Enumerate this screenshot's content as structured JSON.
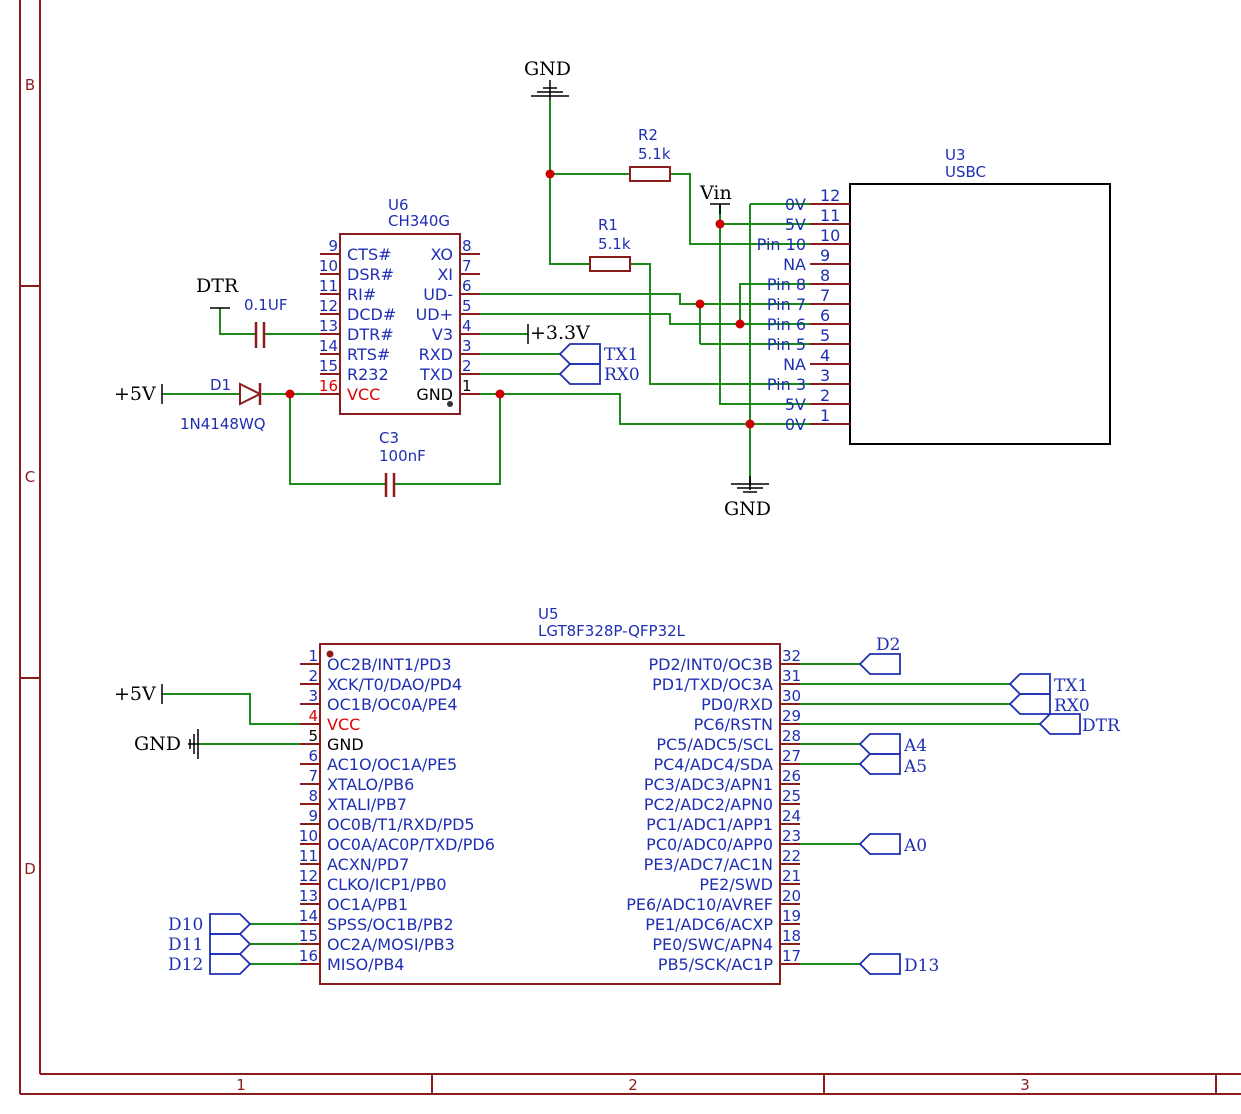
{
  "frame": {
    "row_labels": [
      "B",
      "C",
      "D"
    ],
    "col_labels": [
      "1",
      "2",
      "3"
    ]
  },
  "u6": {
    "ref": "U6",
    "value": "CH340G",
    "left_pins": [
      {
        "num": "9",
        "name": "CTS#"
      },
      {
        "num": "10",
        "name": "DSR#"
      },
      {
        "num": "11",
        "name": "RI#"
      },
      {
        "num": "12",
        "name": "DCD#"
      },
      {
        "num": "13",
        "name": "DTR#"
      },
      {
        "num": "14",
        "name": "RTS#"
      },
      {
        "num": "15",
        "name": "R232"
      },
      {
        "num": "16",
        "name": "VCC"
      }
    ],
    "right_pins": [
      {
        "num": "8",
        "name": "XO"
      },
      {
        "num": "7",
        "name": "XI"
      },
      {
        "num": "6",
        "name": "UD-"
      },
      {
        "num": "5",
        "name": "UD+"
      },
      {
        "num": "4",
        "name": "V3"
      },
      {
        "num": "3",
        "name": "RXD"
      },
      {
        "num": "2",
        "name": "TXD"
      },
      {
        "num": "1",
        "name": "GND"
      }
    ]
  },
  "u3": {
    "ref": "U3",
    "value": "USBC",
    "pins": [
      {
        "num": "12",
        "name": "0V"
      },
      {
        "num": "11",
        "name": "5V"
      },
      {
        "num": "10",
        "name": "Pin 10"
      },
      {
        "num": "9",
        "name": "NA"
      },
      {
        "num": "8",
        "name": "Pin 8"
      },
      {
        "num": "7",
        "name": "Pin 7"
      },
      {
        "num": "6",
        "name": "Pin 6"
      },
      {
        "num": "5",
        "name": "Pin 5"
      },
      {
        "num": "4",
        "name": "NA"
      },
      {
        "num": "3",
        "name": "Pin 3"
      },
      {
        "num": "2",
        "name": "5V"
      },
      {
        "num": "1",
        "name": "0V"
      }
    ]
  },
  "u5": {
    "ref": "U5",
    "value": "LGT8F328P-QFP32L",
    "left_pins": [
      {
        "num": "1",
        "name": "OC2B/INT1/PD3"
      },
      {
        "num": "2",
        "name": "XCK/T0/DAO/PD4"
      },
      {
        "num": "3",
        "name": "OC1B/OC0A/PE4"
      },
      {
        "num": "4",
        "name": "VCC"
      },
      {
        "num": "5",
        "name": "GND"
      },
      {
        "num": "6",
        "name": "AC1O/OC1A/PE5"
      },
      {
        "num": "7",
        "name": "XTALO/PB6"
      },
      {
        "num": "8",
        "name": "XTALI/PB7"
      },
      {
        "num": "9",
        "name": "OC0B/T1/RXD/PD5"
      },
      {
        "num": "10",
        "name": "OC0A/AC0P/TXD/PD6"
      },
      {
        "num": "11",
        "name": "ACXN/PD7"
      },
      {
        "num": "12",
        "name": "CLKO/ICP1/PB0"
      },
      {
        "num": "13",
        "name": "OC1A/PB1"
      },
      {
        "num": "14",
        "name": "SPSS/OC1B/PB2"
      },
      {
        "num": "15",
        "name": "OC2A/MOSI/PB3"
      },
      {
        "num": "16",
        "name": "MISO/PB4"
      }
    ],
    "right_pins": [
      {
        "num": "32",
        "name": "PD2/INT0/OC3B"
      },
      {
        "num": "31",
        "name": "PD1/TXD/OC3A"
      },
      {
        "num": "30",
        "name": "PD0/RXD"
      },
      {
        "num": "29",
        "name": "PC6/RSTN"
      },
      {
        "num": "28",
        "name": "PC5/ADC5/SCL"
      },
      {
        "num": "27",
        "name": "PC4/ADC4/SDA"
      },
      {
        "num": "26",
        "name": "PC3/ADC3/APN1"
      },
      {
        "num": "25",
        "name": "PC2/ADC2/APN0"
      },
      {
        "num": "24",
        "name": "PC1/ADC1/APP1"
      },
      {
        "num": "23",
        "name": "PC0/ADC0/APP0"
      },
      {
        "num": "22",
        "name": "PE3/ADC7/AC1N"
      },
      {
        "num": "21",
        "name": "PE2/SWD"
      },
      {
        "num": "20",
        "name": "PE6/ADC10/AVREF"
      },
      {
        "num": "19",
        "name": "PE1/ADC6/ACXP"
      },
      {
        "num": "18",
        "name": "PE0/SWC/APN4"
      },
      {
        "num": "17",
        "name": "PB5/SCK/AC1P"
      }
    ]
  },
  "components": {
    "r1": {
      "ref": "R1",
      "value": "5.1k"
    },
    "r2": {
      "ref": "R2",
      "value": "5.1k"
    },
    "c3": {
      "ref": "C3",
      "value": "100nF"
    },
    "c_dtr": {
      "value": "0.1UF"
    },
    "d1": {
      "ref": "D1",
      "value": "1N4148WQ"
    }
  },
  "net_labels": {
    "gnd": "GND",
    "vin": "Vin",
    "v5": "+5V",
    "v33": "+3.3V",
    "dtr": "DTR",
    "tx1": "TX1",
    "rx0": "RX0",
    "d2": "D2",
    "a4": "A4",
    "a5": "A5",
    "a0": "A0",
    "d13": "D13",
    "d10": "D10",
    "d11": "D11",
    "d12": "D12"
  },
  "colors": {
    "frame": "#8b1c1c",
    "wire": "#1b8a1b",
    "text": "#1f2fb3",
    "power_pin": "#e00000",
    "junction": "#cc0000"
  }
}
